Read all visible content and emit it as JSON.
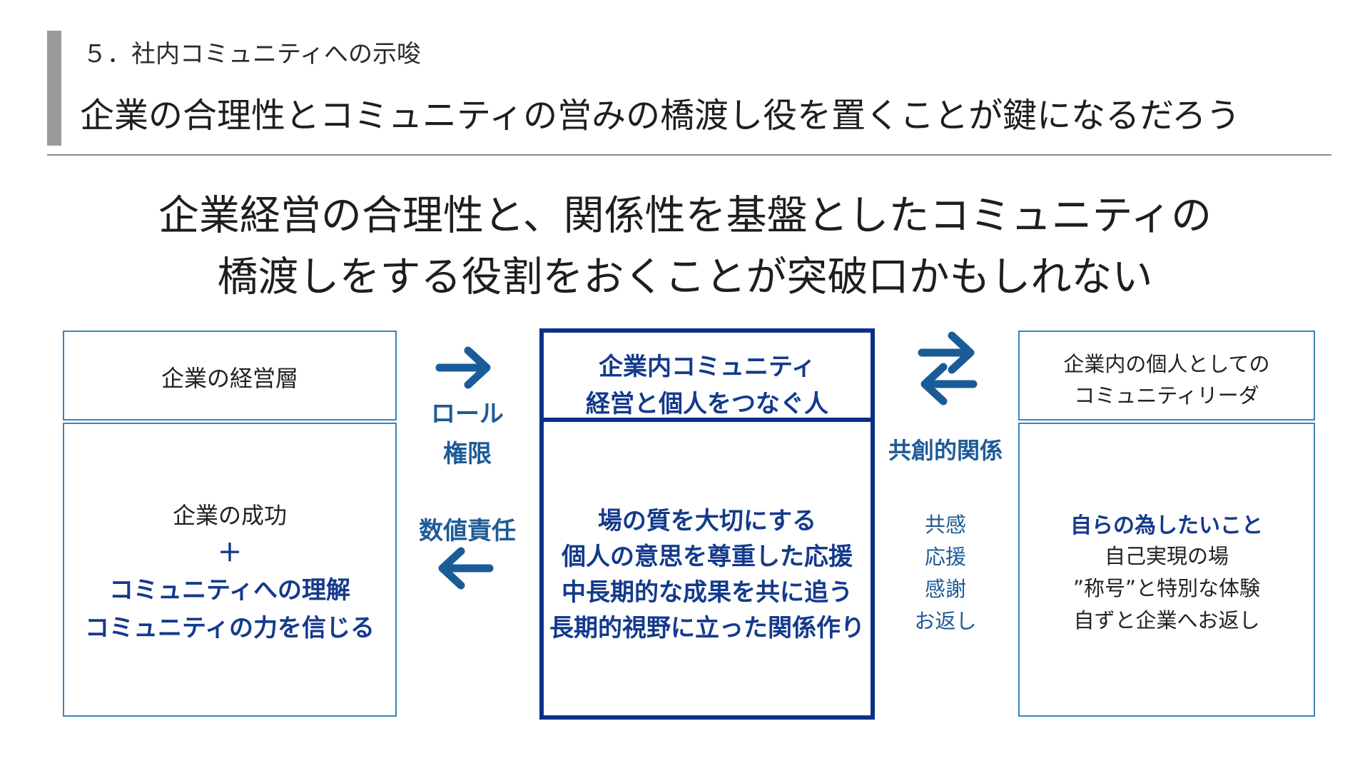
{
  "header": {
    "section_label": "５．社内コミュニティへの示唆",
    "title": "企業の合理性とコミュニティの営みの橋渡し役を置くことが鍵になるだろう"
  },
  "message": {
    "line1": "企業経営の合理性と、関係性を基盤としたコミュニティの",
    "line2": "橋渡しをする役割をおくことが突破口かもしれない"
  },
  "left": {
    "header": "企業の経営層",
    "body_line1": "企業の成功",
    "plus": "＋",
    "body_line2": "コミュニティへの理解",
    "body_line3": "コミュニティの力を信じる"
  },
  "center": {
    "header_line1": "企業内コミュニティ",
    "header_line2": "経営と個人をつなぐ人",
    "items": [
      "場の質を大切にする",
      "個人の意思を尊重した応援",
      "中長期的な成果を共に追う",
      "長期的視野に立った関係作り"
    ]
  },
  "right": {
    "header_line1": "企業内の個人としての",
    "header_line2": "コミュニティリーダ",
    "body_bold": "自らの為したいこと",
    "body_items": [
      "自己実現の場",
      "”称号”と特別な体験",
      "自ずと企業へお返し"
    ]
  },
  "connectors": {
    "left_top_line1": "ロール",
    "left_top_line2": "権限",
    "left_bottom": "数値責任",
    "right_top": "共創的関係",
    "right_items": [
      "共感",
      "応援",
      "感謝",
      "お返し"
    ]
  },
  "colors": {
    "navy": "#0d2f8a",
    "box_border": "#3a84b8",
    "arrow": "#1a5c98",
    "accent_bar": "#9a9a9a"
  },
  "icons": [
    "arrow-right-icon",
    "arrow-left-icon",
    "exchange-arrows-icon"
  ]
}
